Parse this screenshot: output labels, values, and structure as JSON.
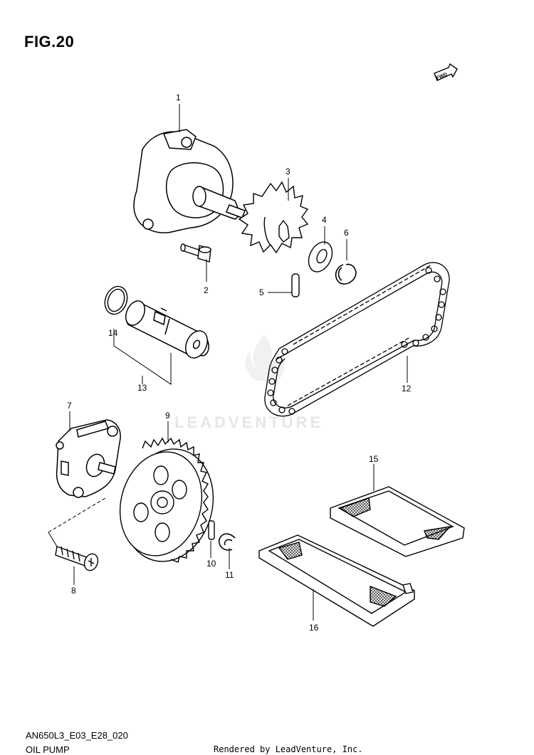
{
  "figure": {
    "title": "FIG.20",
    "fwd_label": "FWD"
  },
  "footer": {
    "code": "AN650L3_E03_E28_020",
    "name": "OIL PUMP",
    "credit": "Rendered by LeadVenture, Inc."
  },
  "watermark": {
    "text": "LEADVENTURE"
  },
  "callouts": {
    "c1": "1",
    "c2": "2",
    "c3": "3",
    "c4": "4",
    "c5": "5",
    "c6": "6",
    "c7": "7",
    "c8": "8",
    "c9": "9",
    "c10": "10",
    "c11": "11",
    "c12": "12",
    "c13": "13",
    "c14": "14",
    "c15": "15",
    "c16": "16"
  }
}
